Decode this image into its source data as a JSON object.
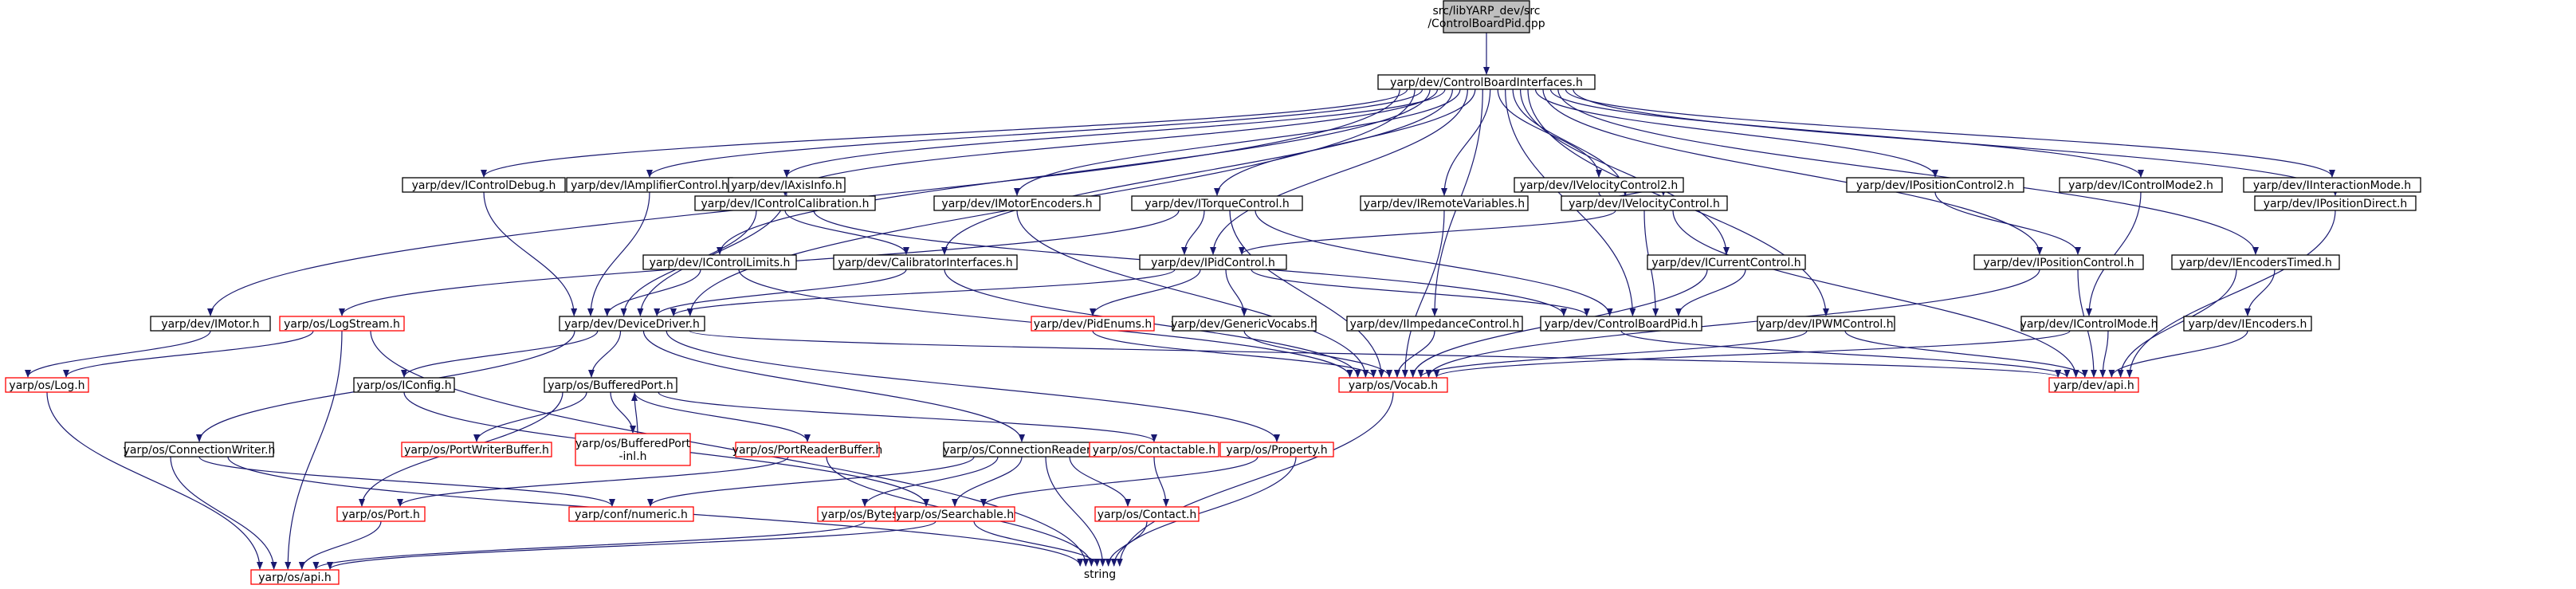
{
  "diagram": {
    "type": "include-dependency-graph",
    "root": "n_root",
    "colors": {
      "edge": "#191970",
      "root_fill": "#bfbfbf",
      "node_border_normal": "#000000",
      "node_border_unresolved": "#ff0000",
      "node_fill": "#ffffff",
      "text": "#000000"
    },
    "nodes": [
      {
        "id": "n_root",
        "lines": [
          "src/libYARP_dev/src",
          "/ControlBoardPid.cpp"
        ],
        "style": "root"
      },
      {
        "id": "n_cbi",
        "lines": [
          "yarp/dev/ControlBoardInterfaces.h"
        ],
        "style": "normal"
      },
      {
        "id": "n_icd",
        "lines": [
          "yarp/dev/IControlDebug.h"
        ],
        "style": "normal"
      },
      {
        "id": "n_iac",
        "lines": [
          "yarp/dev/IAmplifierControl.h"
        ],
        "style": "normal"
      },
      {
        "id": "n_iai",
        "lines": [
          "yarp/dev/IAxisInfo.h"
        ],
        "style": "normal"
      },
      {
        "id": "n_ivc2",
        "lines": [
          "yarp/dev/IVelocityControl2.h"
        ],
        "style": "normal"
      },
      {
        "id": "n_ipc2",
        "lines": [
          "yarp/dev/IPositionControl2.h"
        ],
        "style": "normal"
      },
      {
        "id": "n_icm2",
        "lines": [
          "yarp/dev/IControlMode2.h"
        ],
        "style": "normal"
      },
      {
        "id": "n_iim",
        "lines": [
          "yarp/dev/IInteractionMode.h"
        ],
        "style": "normal"
      },
      {
        "id": "n_icc",
        "lines": [
          "yarp/dev/IControlCalibration.h"
        ],
        "style": "normal"
      },
      {
        "id": "n_ime",
        "lines": [
          "yarp/dev/IMotorEncoders.h"
        ],
        "style": "normal"
      },
      {
        "id": "n_itc",
        "lines": [
          "yarp/dev/ITorqueControl.h"
        ],
        "style": "normal"
      },
      {
        "id": "n_irv",
        "lines": [
          "yarp/dev/IRemoteVariables.h"
        ],
        "style": "normal"
      },
      {
        "id": "n_ivc",
        "lines": [
          "yarp/dev/IVelocityControl.h"
        ],
        "style": "normal"
      },
      {
        "id": "n_ipd",
        "lines": [
          "yarp/dev/IPositionDirect.h"
        ],
        "style": "normal"
      },
      {
        "id": "n_ipid",
        "lines": [
          "yarp/dev/IPidControl.h"
        ],
        "style": "normal"
      },
      {
        "id": "n_icl",
        "lines": [
          "yarp/dev/IControlLimits.h"
        ],
        "style": "normal"
      },
      {
        "id": "n_calib",
        "lines": [
          "yarp/dev/CalibratorInterfaces.h"
        ],
        "style": "normal"
      },
      {
        "id": "n_icur",
        "lines": [
          "yarp/dev/ICurrentControl.h"
        ],
        "style": "normal"
      },
      {
        "id": "n_ipc",
        "lines": [
          "yarp/dev/IPositionControl.h"
        ],
        "style": "normal"
      },
      {
        "id": "n_iet",
        "lines": [
          "yarp/dev/IEncodersTimed.h"
        ],
        "style": "normal"
      },
      {
        "id": "n_imotor",
        "lines": [
          "yarp/dev/IMotor.h"
        ],
        "style": "normal"
      },
      {
        "id": "n_logstream",
        "lines": [
          "yarp/os/LogStream.h"
        ],
        "style": "unresolved"
      },
      {
        "id": "n_dd",
        "lines": [
          "yarp/dev/DeviceDriver.h"
        ],
        "style": "normal"
      },
      {
        "id": "n_pidenums",
        "lines": [
          "yarp/dev/PidEnums.h"
        ],
        "style": "unresolved"
      },
      {
        "id": "n_gv",
        "lines": [
          "yarp/dev/GenericVocabs.h"
        ],
        "style": "normal"
      },
      {
        "id": "n_iimp",
        "lines": [
          "yarp/dev/IImpedanceControl.h"
        ],
        "style": "normal"
      },
      {
        "id": "n_cbpid",
        "lines": [
          "yarp/dev/ControlBoardPid.h"
        ],
        "style": "normal"
      },
      {
        "id": "n_ipwm",
        "lines": [
          "yarp/dev/IPWMControl.h"
        ],
        "style": "normal"
      },
      {
        "id": "n_icm",
        "lines": [
          "yarp/dev/IControlMode.h"
        ],
        "style": "normal"
      },
      {
        "id": "n_ienc",
        "lines": [
          "yarp/dev/IEncoders.h"
        ],
        "style": "normal"
      },
      {
        "id": "n_log",
        "lines": [
          "yarp/os/Log.h"
        ],
        "style": "unresolved"
      },
      {
        "id": "n_iconfig",
        "lines": [
          "yarp/os/IConfig.h"
        ],
        "style": "normal"
      },
      {
        "id": "n_vocab",
        "lines": [
          "yarp/os/Vocab.h"
        ],
        "style": "unresolved"
      },
      {
        "id": "n_devapi",
        "lines": [
          "yarp/dev/api.h"
        ],
        "style": "unresolved"
      },
      {
        "id": "n_bp",
        "lines": [
          "yarp/os/BufferedPort.h"
        ],
        "style": "normal"
      },
      {
        "id": "n_cw",
        "lines": [
          "yarp/os/ConnectionWriter.h"
        ],
        "style": "normal"
      },
      {
        "id": "n_pwb",
        "lines": [
          "yarp/os/PortWriterBuffer.h"
        ],
        "style": "unresolved"
      },
      {
        "id": "n_bpinl",
        "lines": [
          "yarp/os/BufferedPort",
          "-inl.h"
        ],
        "style": "unresolved"
      },
      {
        "id": "n_prb",
        "lines": [
          "yarp/os/PortReaderBuffer.h"
        ],
        "style": "unresolved"
      },
      {
        "id": "n_cr",
        "lines": [
          "yarp/os/ConnectionReader.h"
        ],
        "style": "normal"
      },
      {
        "id": "n_contactable",
        "lines": [
          "yarp/os/Contactable.h"
        ],
        "style": "unresolved"
      },
      {
        "id": "n_property",
        "lines": [
          "yarp/os/Property.h"
        ],
        "style": "unresolved"
      },
      {
        "id": "n_port",
        "lines": [
          "yarp/os/Port.h"
        ],
        "style": "unresolved"
      },
      {
        "id": "n_numeric",
        "lines": [
          "yarp/conf/numeric.h"
        ],
        "style": "unresolved"
      },
      {
        "id": "n_bytes",
        "lines": [
          "yarp/os/Bytes.h"
        ],
        "style": "unresolved"
      },
      {
        "id": "n_searchable",
        "lines": [
          "yarp/os/Searchable.h"
        ],
        "style": "unresolved"
      },
      {
        "id": "n_contact",
        "lines": [
          "yarp/os/Contact.h"
        ],
        "style": "unresolved"
      },
      {
        "id": "n_osapi",
        "lines": [
          "yarp/os/api.h"
        ],
        "style": "unresolved"
      },
      {
        "id": "n_string",
        "lines": [
          "string"
        ],
        "style": "plain"
      }
    ],
    "edges": [
      [
        "n_root",
        "n_cbi"
      ],
      [
        "n_cbi",
        "n_icd"
      ],
      [
        "n_cbi",
        "n_iac"
      ],
      [
        "n_cbi",
        "n_iai"
      ],
      [
        "n_cbi",
        "n_ivc2"
      ],
      [
        "n_cbi",
        "n_ipc2"
      ],
      [
        "n_cbi",
        "n_icm2"
      ],
      [
        "n_cbi",
        "n_iim"
      ],
      [
        "n_cbi",
        "n_icc"
      ],
      [
        "n_cbi",
        "n_ime"
      ],
      [
        "n_cbi",
        "n_itc"
      ],
      [
        "n_cbi",
        "n_irv"
      ],
      [
        "n_cbi",
        "n_ivc"
      ],
      [
        "n_cbi",
        "n_ipd"
      ],
      [
        "n_cbi",
        "n_ipid"
      ],
      [
        "n_cbi",
        "n_icl"
      ],
      [
        "n_cbi",
        "n_calib"
      ],
      [
        "n_cbi",
        "n_icur"
      ],
      [
        "n_cbi",
        "n_ipc"
      ],
      [
        "n_cbi",
        "n_iet"
      ],
      [
        "n_cbi",
        "n_imotor"
      ],
      [
        "n_cbi",
        "n_dd"
      ],
      [
        "n_cbi",
        "n_iimp"
      ],
      [
        "n_cbi",
        "n_cbpid"
      ],
      [
        "n_cbi",
        "n_ipwm"
      ],
      [
        "n_icd",
        "n_dd"
      ],
      [
        "n_iac",
        "n_dd"
      ],
      [
        "n_iai",
        "n_dd"
      ],
      [
        "n_ivc2",
        "n_ivc"
      ],
      [
        "n_ipc2",
        "n_ipc"
      ],
      [
        "n_icm2",
        "n_icm"
      ],
      [
        "n_icc",
        "n_dd"
      ],
      [
        "n_icc",
        "n_calib"
      ],
      [
        "n_icc",
        "n_cbpid"
      ],
      [
        "n_ime",
        "n_vocab"
      ],
      [
        "n_itc",
        "n_ipid"
      ],
      [
        "n_itc",
        "n_vocab"
      ],
      [
        "n_itc",
        "n_logstream"
      ],
      [
        "n_itc",
        "n_cbpid"
      ],
      [
        "n_irv",
        "n_vocab"
      ],
      [
        "n_ivc",
        "n_ipid"
      ],
      [
        "n_ivc",
        "n_cbpid"
      ],
      [
        "n_ivc",
        "n_devapi"
      ],
      [
        "n_ipd",
        "n_devapi"
      ],
      [
        "n_ipid",
        "n_pidenums"
      ],
      [
        "n_ipid",
        "n_gv"
      ],
      [
        "n_ipid",
        "n_cbpid"
      ],
      [
        "n_ipid",
        "n_dd"
      ],
      [
        "n_icl",
        "n_dd"
      ],
      [
        "n_icl",
        "n_vocab"
      ],
      [
        "n_calib",
        "n_dd"
      ],
      [
        "n_calib",
        "n_vocab"
      ],
      [
        "n_icur",
        "n_cbpid"
      ],
      [
        "n_icur",
        "n_vocab"
      ],
      [
        "n_ipc",
        "n_vocab"
      ],
      [
        "n_ipc",
        "n_devapi"
      ],
      [
        "n_iet",
        "n_ienc"
      ],
      [
        "n_iet",
        "n_devapi"
      ],
      [
        "n_imotor",
        "n_log"
      ],
      [
        "n_logstream",
        "n_log"
      ],
      [
        "n_logstream",
        "n_osapi"
      ],
      [
        "n_logstream",
        "n_string"
      ],
      [
        "n_dd",
        "n_iconfig"
      ],
      [
        "n_dd",
        "n_bp"
      ],
      [
        "n_dd",
        "n_cw"
      ],
      [
        "n_dd",
        "n_cr"
      ],
      [
        "n_dd",
        "n_property"
      ],
      [
        "n_dd",
        "n_devapi"
      ],
      [
        "n_pidenums",
        "n_vocab"
      ],
      [
        "n_gv",
        "n_vocab"
      ],
      [
        "n_iimp",
        "n_vocab"
      ],
      [
        "n_cbpid",
        "n_devapi"
      ],
      [
        "n_ipwm",
        "n_vocab"
      ],
      [
        "n_ipwm",
        "n_devapi"
      ],
      [
        "n_icm",
        "n_vocab"
      ],
      [
        "n_icm",
        "n_devapi"
      ],
      [
        "n_ienc",
        "n_devapi"
      ],
      [
        "n_log",
        "n_osapi"
      ],
      [
        "n_iconfig",
        "n_searchable"
      ],
      [
        "n_vocab",
        "n_string"
      ],
      [
        "n_bp",
        "n_pwb"
      ],
      [
        "n_bp",
        "n_bpinl"
      ],
      [
        "n_bp",
        "n_prb"
      ],
      [
        "n_bp",
        "n_contactable"
      ],
      [
        "n_bp",
        "n_port"
      ],
      [
        "n_bpinl",
        "n_bp"
      ],
      [
        "n_prb",
        "n_port"
      ],
      [
        "n_prb",
        "n_string"
      ],
      [
        "n_cw",
        "n_osapi"
      ],
      [
        "n_cw",
        "n_numeric"
      ],
      [
        "n_cw",
        "n_string"
      ],
      [
        "n_cr",
        "n_numeric"
      ],
      [
        "n_cr",
        "n_bytes"
      ],
      [
        "n_cr",
        "n_searchable"
      ],
      [
        "n_cr",
        "n_contact"
      ],
      [
        "n_cr",
        "n_string"
      ],
      [
        "n_contactable",
        "n_contact"
      ],
      [
        "n_property",
        "n_searchable"
      ],
      [
        "n_property",
        "n_string"
      ],
      [
        "n_port",
        "n_osapi"
      ],
      [
        "n_bytes",
        "n_osapi"
      ],
      [
        "n_searchable",
        "n_osapi"
      ],
      [
        "n_searchable",
        "n_string"
      ],
      [
        "n_contact",
        "n_string"
      ]
    ]
  }
}
